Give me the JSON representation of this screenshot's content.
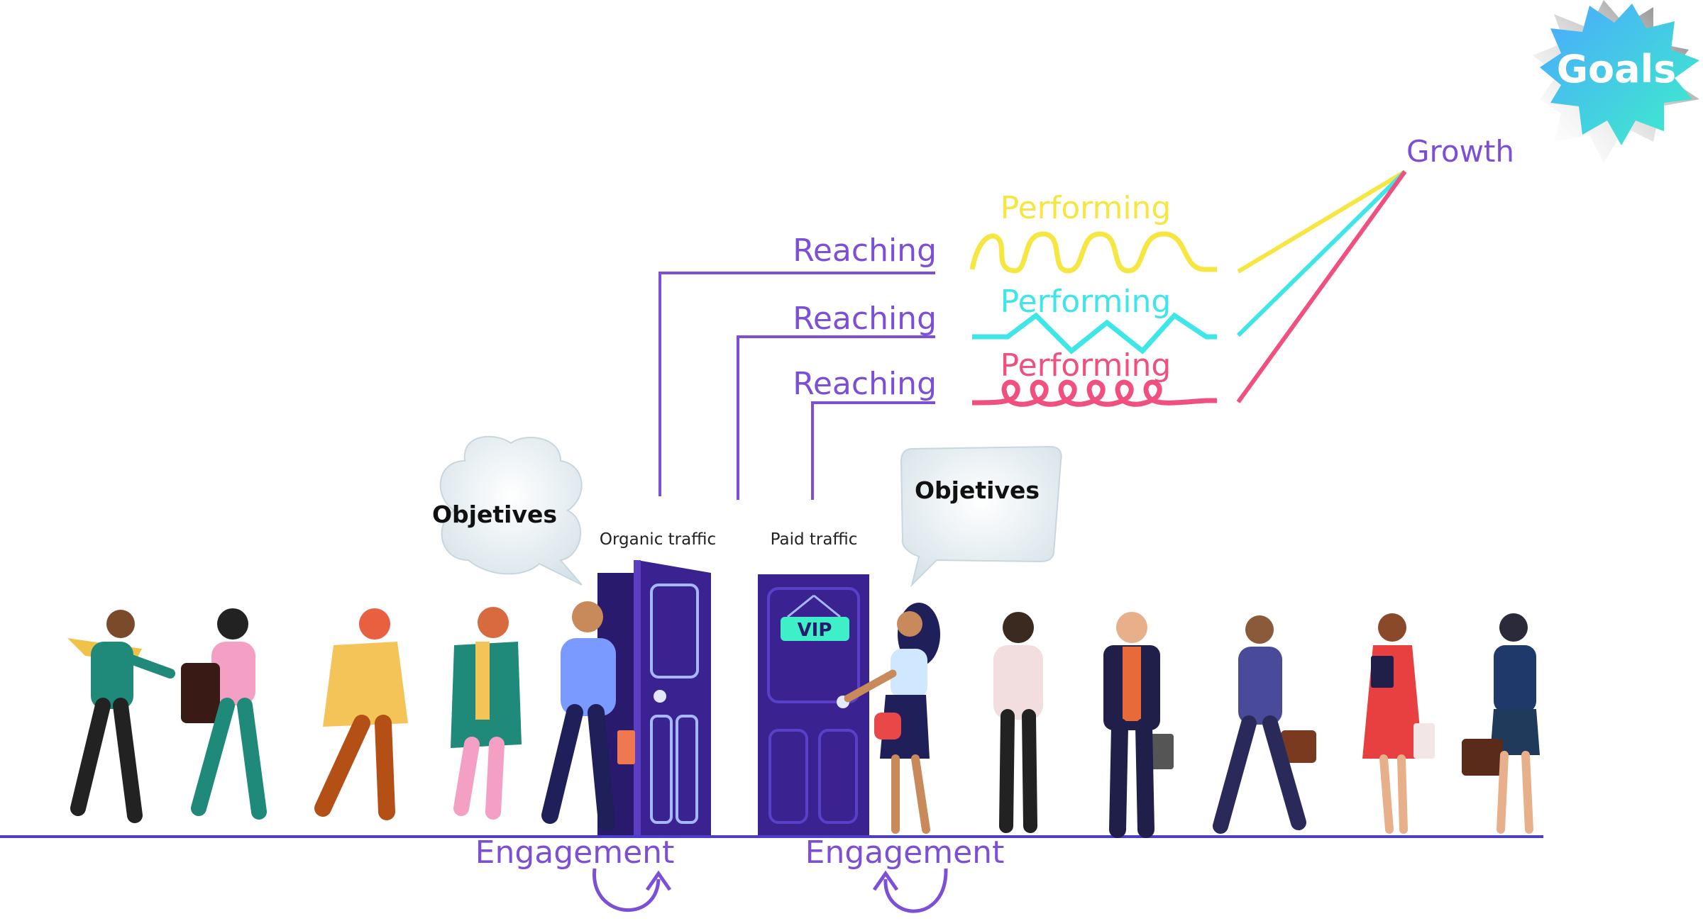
{
  "goals": {
    "label": "Goals"
  },
  "growth": {
    "label": "Growth"
  },
  "channels": [
    {
      "reaching": "Reaching",
      "performing": "Performing",
      "color": "#f5e642",
      "wave": "sine"
    },
    {
      "reaching": "Reaching",
      "performing": "Performing",
      "color": "#3ee6e8",
      "wave": "zigzag"
    },
    {
      "reaching": "Reaching",
      "performing": "Performing",
      "color": "#f0507f",
      "wave": "loops"
    }
  ],
  "bubbles": {
    "left": "Objetives",
    "right": "Objetives"
  },
  "doors": {
    "organic": "Organic traffic",
    "paid": "Paid traffic",
    "vip": "VIP"
  },
  "engagement": {
    "left": "Engagement",
    "right": "Engagement"
  },
  "colors": {
    "accent_purple": "#7b4fd6",
    "door_purple": "#3a2390",
    "ground": "#4b3fc8",
    "goals_gradient_start": "#4aa8ff",
    "goals_gradient_end": "#3ef0c8"
  },
  "people": [
    "man-with-phone",
    "woman-with-bag",
    "woman-yellow-coat",
    "woman-green-coat",
    "man-entering-door",
    "woman-at-vip-door",
    "woman-with-phone",
    "businessman",
    "businesswoman-walking",
    "woman-red-dress",
    "businesswoman-briefcase"
  ]
}
